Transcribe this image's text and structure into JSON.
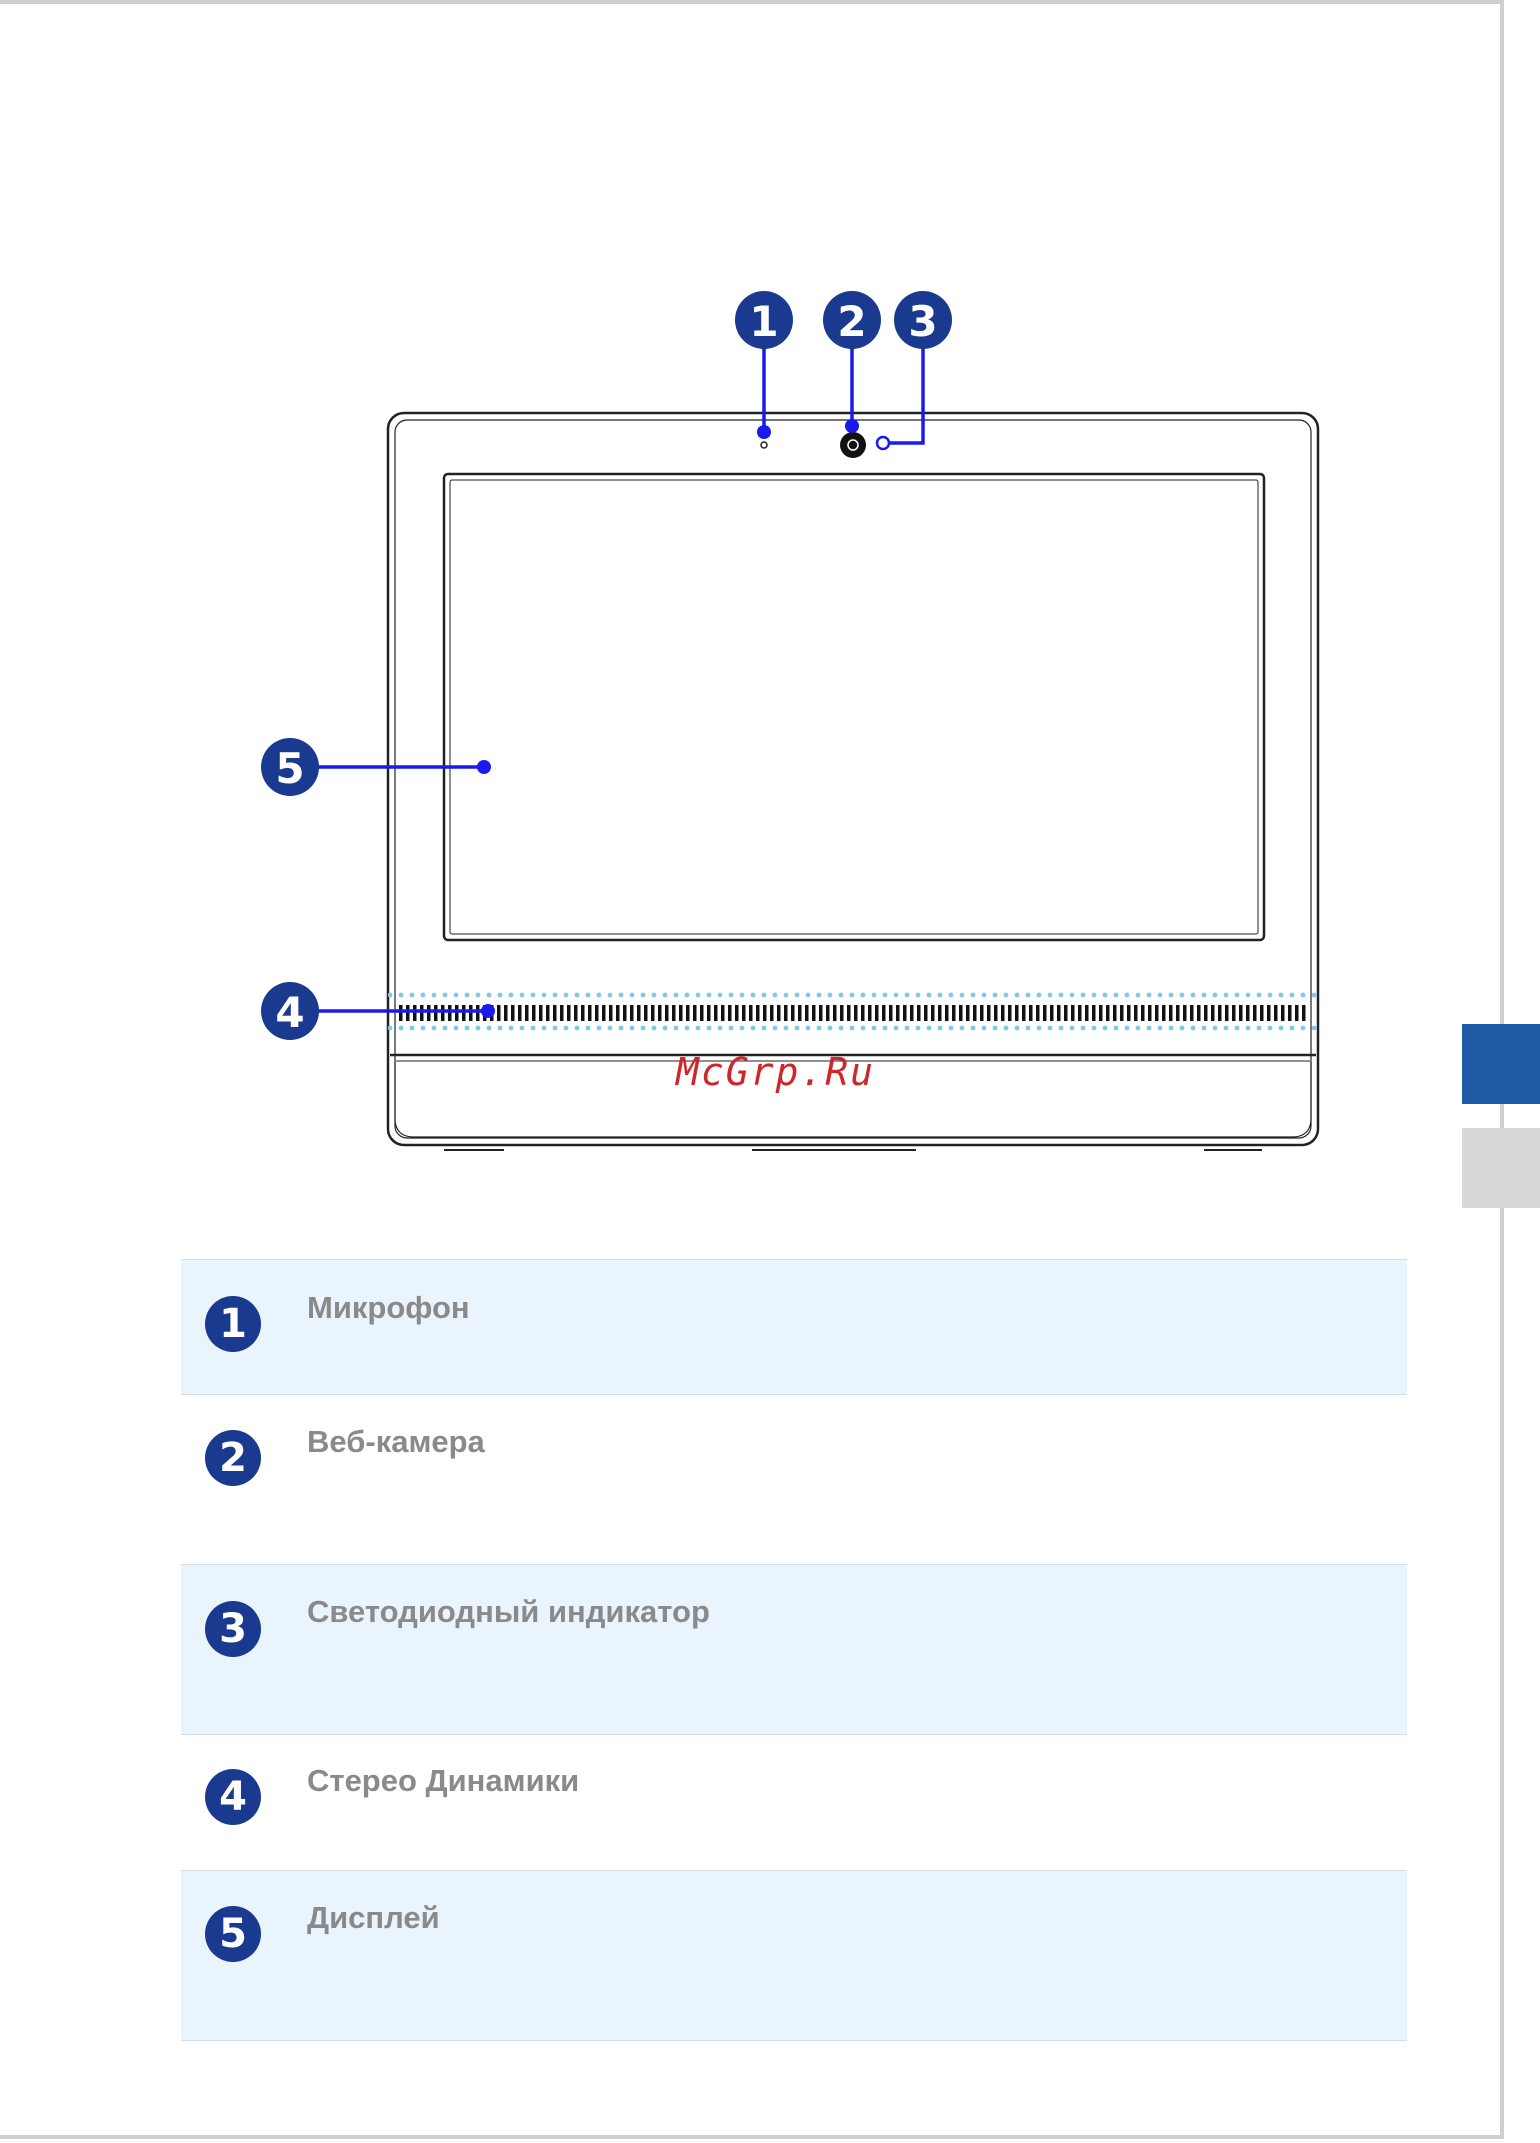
{
  "callouts": [
    "1",
    "2",
    "3",
    "4",
    "5"
  ],
  "watermark": "McGrp.Ru",
  "legend": [
    {
      "number": "1",
      "label": "Микрофон"
    },
    {
      "number": "2",
      "label": "Веб-камера"
    },
    {
      "number": "3",
      "label": "Светодиодный индикатор"
    },
    {
      "number": "4",
      "label": "Стерео Динамики"
    },
    {
      "number": "5",
      "label": "Дисплей"
    }
  ],
  "colors": {
    "badge": "#1a3a8f",
    "leader_line": "#1a1aee",
    "row_shade": "#eaf4fc",
    "side_tab_blue": "#1f5aa6",
    "side_tab_gray": "#d8d8d8",
    "watermark": "#d0262a"
  }
}
